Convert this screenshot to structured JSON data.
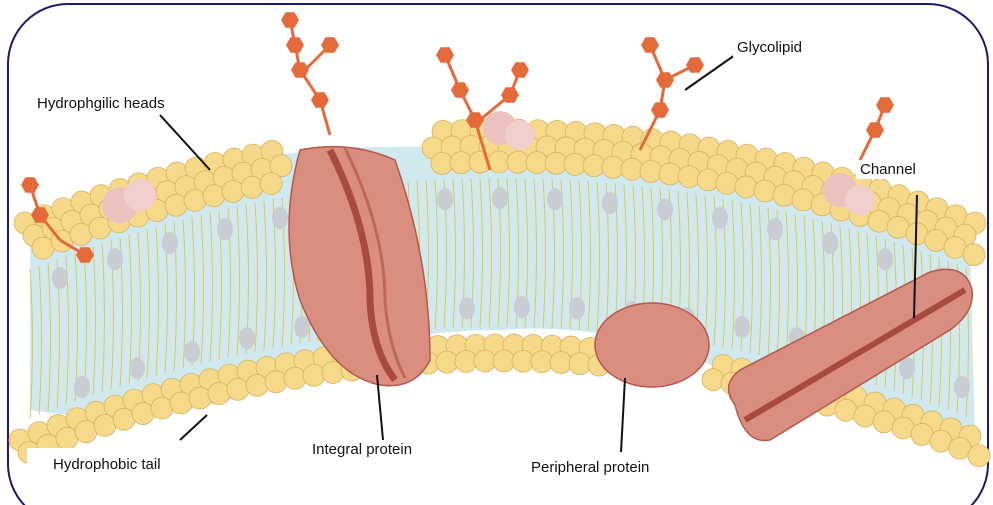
{
  "labels": {
    "hydrophilic_heads": "Hydrophgilic heads",
    "glycolipid": "Glycolipid",
    "channel": "Channel",
    "integral_protein": "Integral protein",
    "peripheral_protein": "Peripheral protein",
    "hydrophobic_tail": "Hydrophobic tail"
  },
  "colors": {
    "frame": "#1a1a6e",
    "head_fill": "#f6d98a",
    "head_stroke": "#d8b25a",
    "tail_fill": "#cfe9ee",
    "tail_line": "#e2c45a",
    "protein": "#d98e80",
    "protein_dark": "#b5574c",
    "glyco": "#e46a3a",
    "cholesterol": "#c9ccd2"
  }
}
